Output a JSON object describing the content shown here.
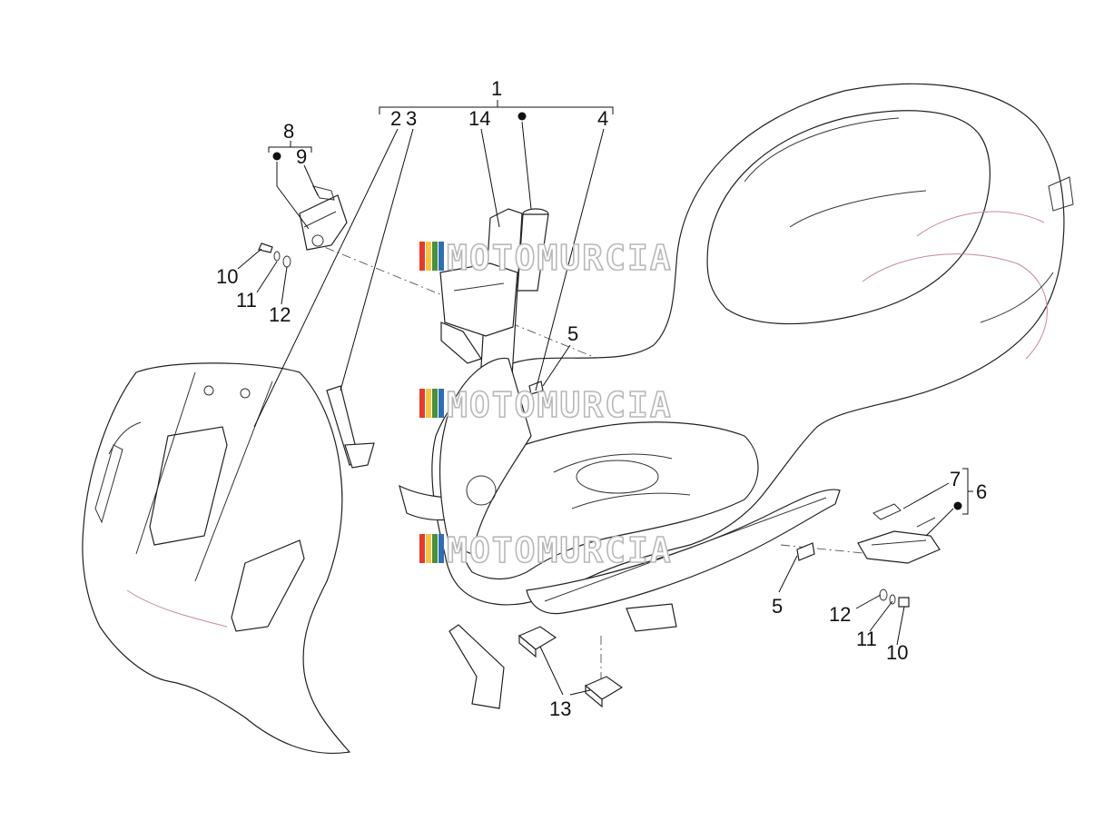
{
  "diagram": {
    "callouts": {
      "c1": "1",
      "c2": "2",
      "c3": "3",
      "c4": "4",
      "c5a": "5",
      "c5b": "5",
      "c6": "6",
      "c7": "7",
      "c8": "8",
      "c9": "9",
      "c10a": "10",
      "c10b": "10",
      "c11a": "11",
      "c11b": "11",
      "c12a": "12",
      "c12b": "12",
      "c13": "13",
      "c14": "14"
    },
    "watermark": "MOTOMURCIA",
    "colors": {
      "line": "#222222",
      "accent": "#c98a93",
      "watermark_stripes": [
        "#e63a2e",
        "#f4c542",
        "#4a8f3c",
        "#2d6fb7"
      ]
    }
  }
}
